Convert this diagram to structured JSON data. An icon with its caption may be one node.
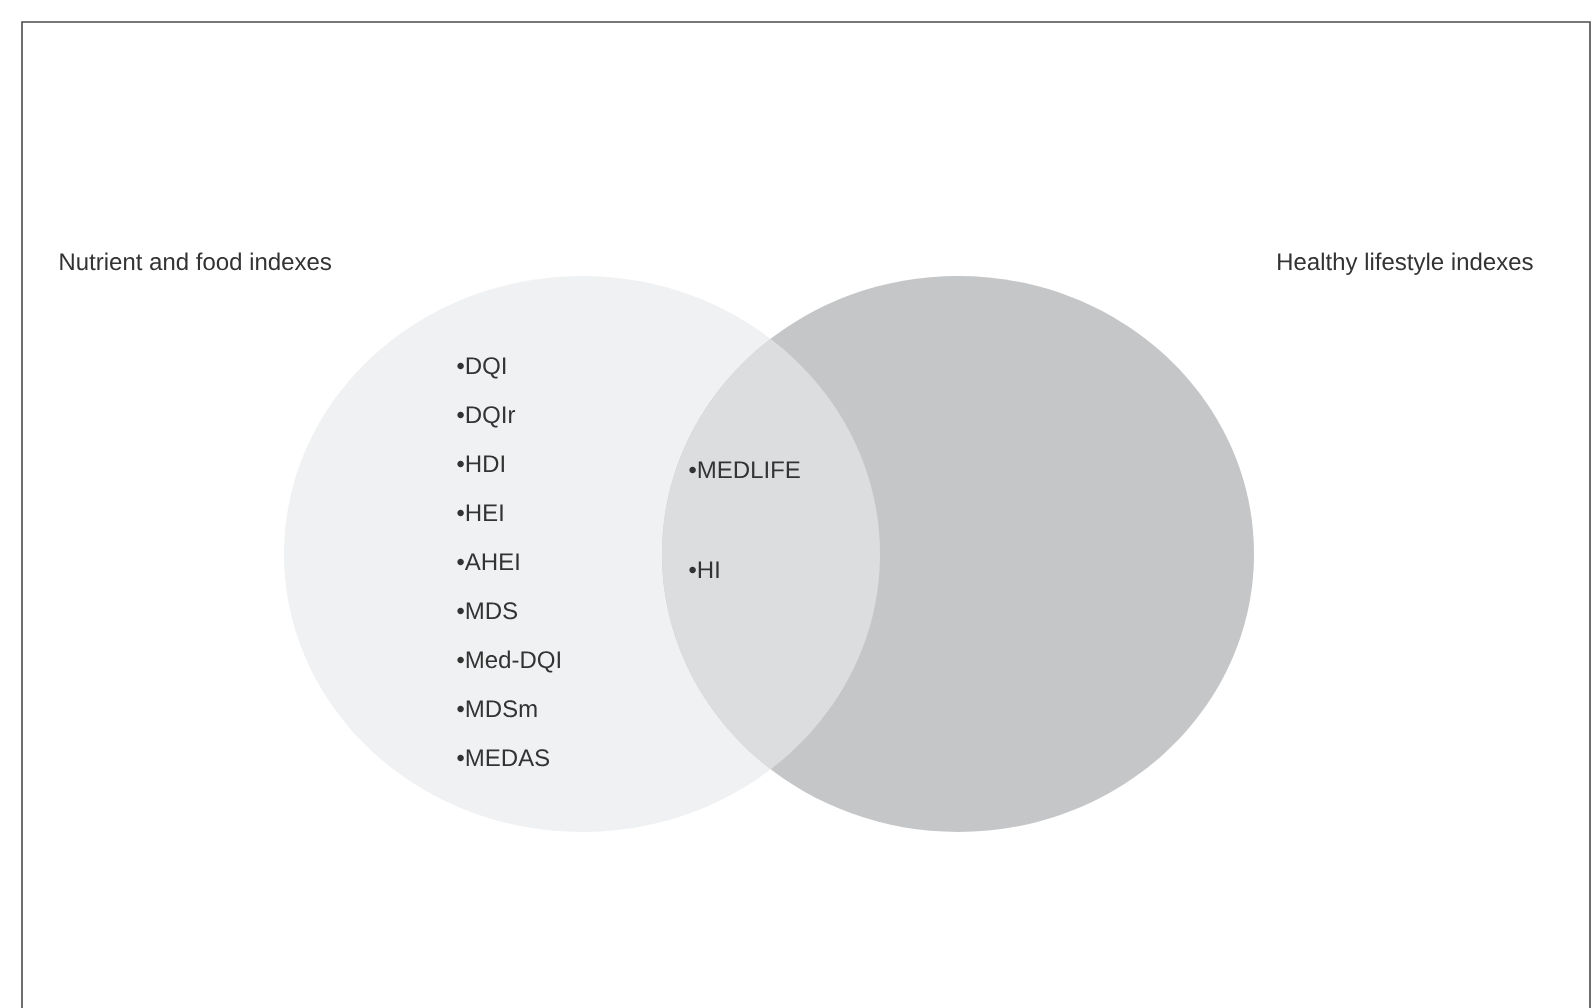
{
  "diagram": {
    "nodes": [
      {
        "text": [
          "Nutrient and food indexes",
          "•DQI",
          "•DQIr",
          "•HDI",
          "•HEI",
          "•AHEI",
          "•MDS",
          "•Med-DQI",
          "•MDSm",
          "•MEDAS"
        ]
      },
      {
        "text": [
          "Healthy lifestyle indexes"
        ]
      }
    ],
    "labels": [
      "•MEDLIFE",
      "•HI"
    ]
  }
}
